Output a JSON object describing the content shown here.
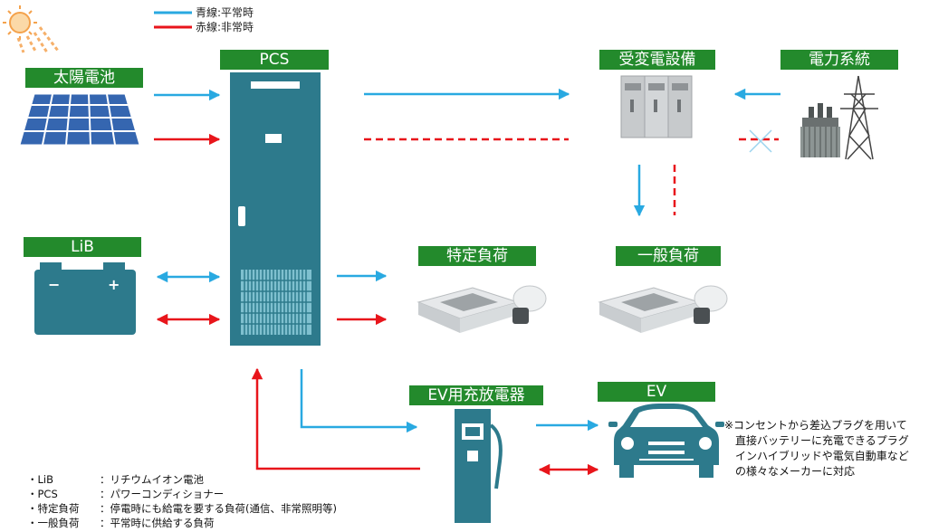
{
  "legend": {
    "blue": "青線:平常時",
    "red": "赤線:非常時"
  },
  "labels": {
    "solar": "太陽電池",
    "pcs": "PCS",
    "substation": "受変電設備",
    "grid": "電力系統",
    "lib": "LiB",
    "specific_load": "特定負荷",
    "general_load": "一般負荷",
    "ev_charger": "EV用充放電器",
    "ev": "EV"
  },
  "battery_signs": {
    "minus": "−",
    "plus": "+"
  },
  "note": "※コンセントから差込プラグを用いて\n　直接バッテリーに充電できるプラグ\n　インハイブリッドや電気自動車など\n　の様々なメーカーに対応",
  "glossary": [
    {
      "term": "・LiB",
      "def": "：リチウムイオン電池"
    },
    {
      "term": "・PCS",
      "def": "：パワーコンディショナー"
    },
    {
      "term": "・特定負荷",
      "def": "：停電時にも給電を要する負荷(通信、非常照明等)"
    },
    {
      "term": "・一般負荷",
      "def": "：平常時に供給する負荷"
    }
  ],
  "colors": {
    "normal_line": "#29a9e1",
    "emergency_line": "#e8151b",
    "label_bg": "#238a2c",
    "equipment": "#2d7a8c"
  }
}
